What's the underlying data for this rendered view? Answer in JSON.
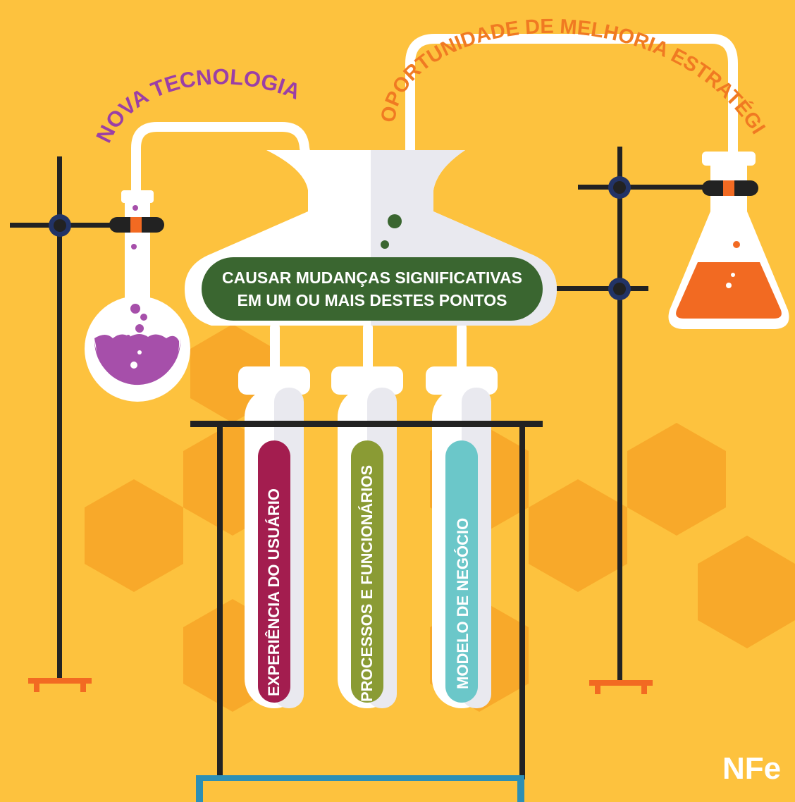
{
  "labels": {
    "new_tech": "NOVA TECNOLOGIA",
    "opportunity": "OPORTUNIDADE DE MELHORIA ESTRATÉGICA",
    "center_line1": "CAUSAR MUDANÇAS SIGNIFICATIVAS",
    "center_line2": "EM UM OU MAIS DESTES PONTOS",
    "tube1": "EXPERIÊNCIA DO USUÁRIO",
    "tube2": "PROCESSOS E FUNCIONÁRIOS",
    "tube3": "MODELO DE NEGÓCIO",
    "logo": "NFe"
  },
  "colors": {
    "background": "#FDC23E",
    "hexagon": "#F8A92A",
    "new_tech_text": "#9B3FA6",
    "opportunity_text": "#F07A22",
    "center_banner": "#3A6630",
    "tube1": "#A31D4F",
    "tube2": "#8A9B34",
    "tube3": "#6BC7C9",
    "flask_left_liquid": "#A64FAA",
    "flask_right_liquid": "#F26A22",
    "stand": "#222222",
    "stand_base": "#F26A22",
    "rack_base": "#2C8FB5"
  },
  "icons": [
    "retort-stand-icon",
    "round-flask-icon",
    "erlenmeyer-flask-icon",
    "funnel-flask-icon",
    "test-tube-icon",
    "tube-rack-icon"
  ]
}
